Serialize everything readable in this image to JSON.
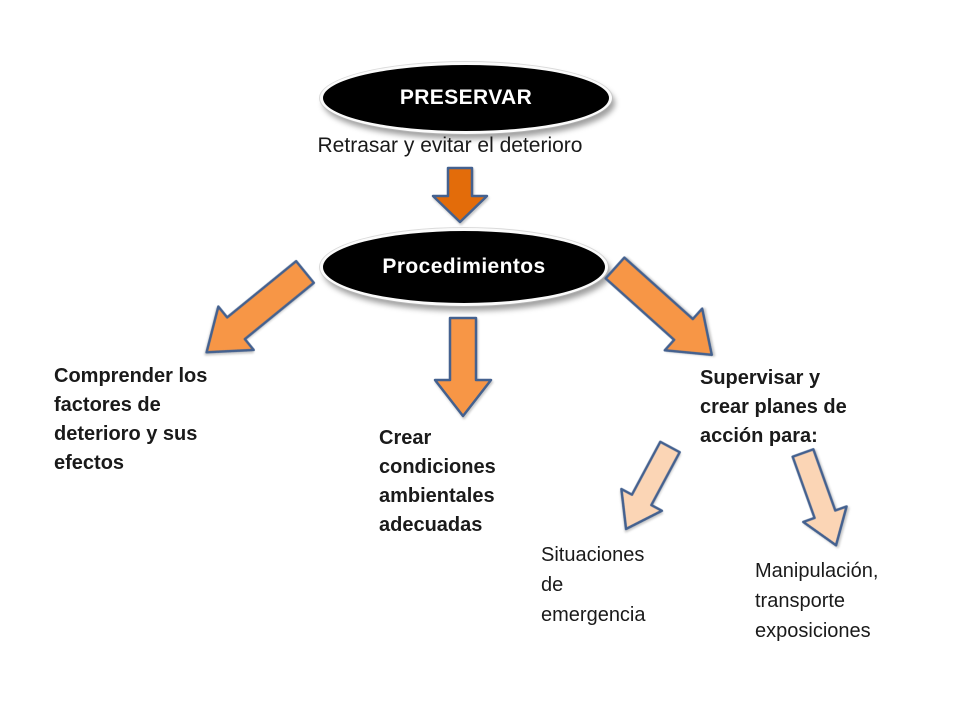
{
  "colors": {
    "background": "#FFFFFF",
    "node_fill": "#000000",
    "node_text": "#FFFFFF",
    "text_color": "#1A1A1A",
    "arrow_dark": "#E36C0A",
    "arrow_medium": "#F79646",
    "arrow_pale": "#FBD5B5",
    "arrow_outline": "#44618F"
  },
  "nodes": {
    "preservar": "PRESERVAR",
    "preservar_subtitle": "Retrasar y evitar el deterioro",
    "procedimientos": "Procedimientos"
  },
  "branches": {
    "comprender": "Comprender los\nfactores de\ndeterioro y sus\nefectos",
    "crear": "Crear\ncondiciones\nambientales\nadecuadas",
    "supervisar": "Supervisar y\ncrear planes de\nacción para:"
  },
  "leaves": {
    "situaciones": "Situaciones\nde\nemergencia",
    "manipulacion": "Manipulación,\ntransporte\nexposiciones"
  },
  "icons": {
    "arrow_top": "down-arrow-icon",
    "arrow_middle": "down-arrow-icon",
    "arrow_left": "diagonal-down-left-arrow-icon",
    "arrow_right": "diagonal-down-right-arrow-icon",
    "arrow_pale_left": "diagonal-down-left-arrow-icon",
    "arrow_pale_right": "diagonal-down-right-arrow-icon"
  }
}
